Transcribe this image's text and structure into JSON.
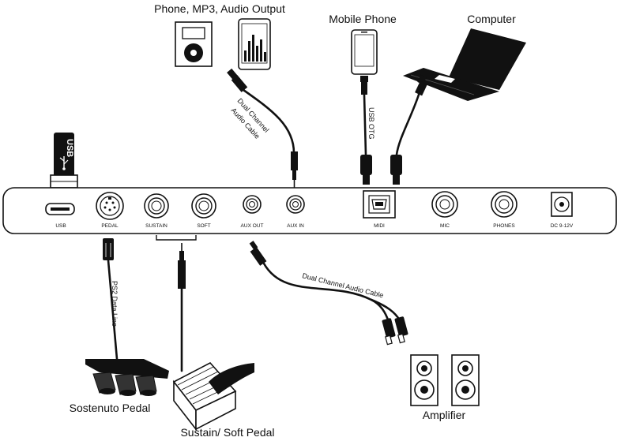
{
  "devices": {
    "phone_mp3": "Phone, MP3, Audio Output",
    "mobile_phone": "Mobile Phone",
    "computer": "Computer",
    "sostenuto_pedal": "Sostenuto Pedal",
    "sustain_soft_pedal": "Sustain/ Soft Pedal",
    "amplifier": "Amplifier",
    "usb_drive": "USB"
  },
  "ports": {
    "usb": "USB",
    "pedal": "PEDAL",
    "sustain": "SUSTAIN",
    "soft": "SOFT",
    "aux_out": "AUX OUT",
    "aux_in": "AUX IN",
    "midi": "MIDI",
    "mic": "MIC",
    "phones": "PHONES",
    "dc": "DC 9-12V"
  },
  "cables": {
    "dual_channel_line1": "Dual Channel",
    "dual_channel_line2": "Audio Cable",
    "usb_otg": "USB OTG",
    "ps2_data_line": "PS2 Data Line",
    "dual_channel_audio_cable": "Dual Channel Audio Cable"
  },
  "icons": [
    "ipod-icon",
    "smartphone-icon",
    "laptop-icon",
    "usb-drive-icon",
    "speaker-icon",
    "piano-pedal-icon",
    "foot-pedal-icon",
    "rca-plug-icon",
    "audio-jack-icon"
  ]
}
